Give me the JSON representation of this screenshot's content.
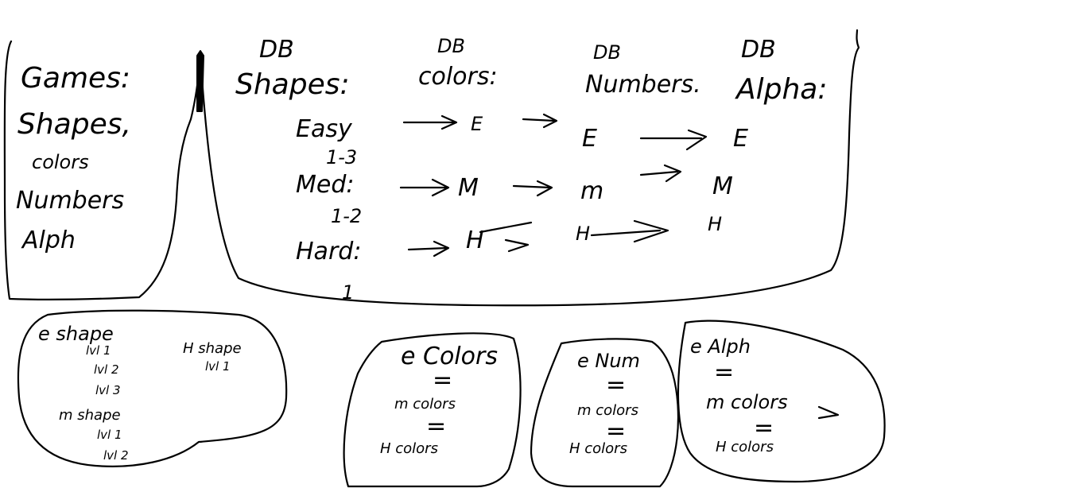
{
  "canvas": {
    "background": "#ffffff",
    "ink": "#000000"
  },
  "games_box": {
    "title": "Games:",
    "items": [
      "Shapes,",
      "colors",
      "Numbers",
      "Alph"
    ]
  },
  "db_box": {
    "columns": [
      {
        "db": "DB",
        "name": "Shapes:"
      },
      {
        "db": "DB",
        "name": "colors:"
      },
      {
        "db": "DB",
        "name": "Numbers."
      },
      {
        "db": "DB",
        "name": "Alpha:"
      }
    ],
    "rows": [
      {
        "label": "Easy",
        "note": "1-3",
        "cells": [
          "E",
          "E",
          "E"
        ]
      },
      {
        "label": "Med:",
        "note": "1-2",
        "cells": [
          "M",
          "m",
          "M"
        ]
      },
      {
        "label": "Hard:",
        "note": "1",
        "cells": [
          "H",
          "H",
          "H"
        ]
      }
    ]
  },
  "shape_levels": {
    "easy_header": "e shape",
    "easy_levels": [
      "lvl 1",
      "lvl 2",
      "lvl 3"
    ],
    "medium_header": "m shape",
    "medium_levels": [
      "lvl 1",
      "lvl 2"
    ],
    "hard_header": "H shape",
    "hard_levels": [
      "lvl 1"
    ]
  },
  "colors_levels": {
    "easy": "e Colors",
    "medium": "m colors",
    "hard": "H colors",
    "eq": "="
  },
  "num_levels": {
    "easy": "e Num",
    "medium": "m colors",
    "hard": "H colors",
    "eq": "="
  },
  "alph_levels": {
    "easy": "e Alph",
    "medium": "m colors",
    "hard": "H colors",
    "eq": "="
  }
}
